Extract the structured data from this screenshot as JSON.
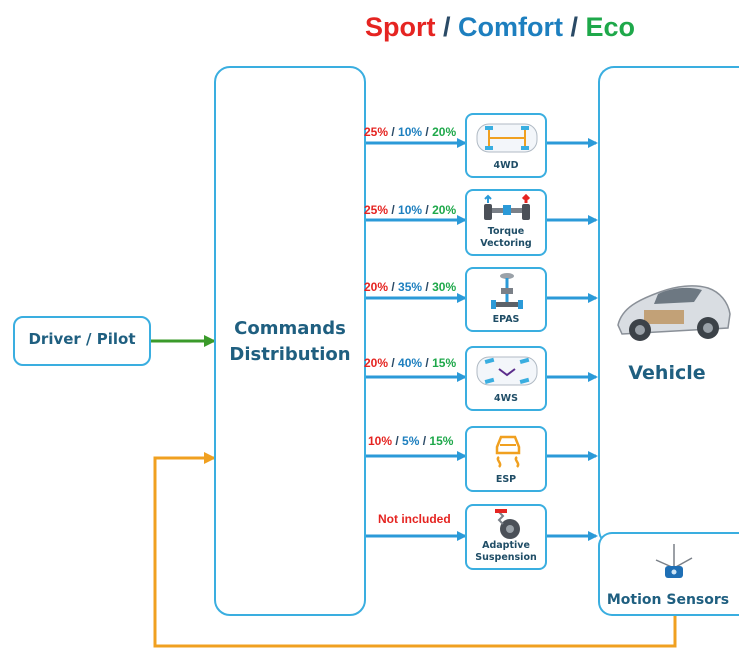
{
  "title": {
    "sport": "Sport",
    "sep1": " / ",
    "comfort": "Comfort",
    "sep2": " / ",
    "eco": "Eco"
  },
  "colors": {
    "sport": "#e52421",
    "comfort": "#1d7fbf",
    "eco": "#1ea84a",
    "box_border": "#3aaee0",
    "arrow_blue": "#2b9ad8",
    "arrow_green": "#3a9a2a",
    "arrow_orange": "#f0a020"
  },
  "driver": {
    "label": "Driver / Pilot"
  },
  "commands": {
    "line1": "Commands",
    "line2": "Distribution"
  },
  "vehicle": {
    "label": "Vehicle",
    "icon": "car-cutaway-icon"
  },
  "motion_sensors": {
    "label": "Motion Sensors",
    "icon": "sensor-axes-icon"
  },
  "modules": [
    {
      "label": "4WD",
      "icon": "4wd-chassis-icon",
      "sport": "25%",
      "comfort": "10%",
      "eco": "20%"
    },
    {
      "label": "Torque Vectoring",
      "line1": "Torque",
      "line2": "Vectoring",
      "icon": "torque-vectoring-icon",
      "sport": "25%",
      "comfort": "10%",
      "eco": "20%"
    },
    {
      "label": "EPAS",
      "icon": "steering-column-icon",
      "sport": "20%",
      "comfort": "35%",
      "eco": "30%"
    },
    {
      "label": "4WS",
      "icon": "4ws-chassis-icon",
      "sport": "20%",
      "comfort": "40%",
      "eco": "15%"
    },
    {
      "label": "ESP",
      "icon": "esp-skid-icon",
      "sport": "10%",
      "comfort": "5%",
      "eco": "15%"
    },
    {
      "label": "Adaptive Suspension",
      "line1": "Adaptive",
      "line2": "Suspension",
      "icon": "suspension-icon",
      "note": "Not included"
    }
  ]
}
